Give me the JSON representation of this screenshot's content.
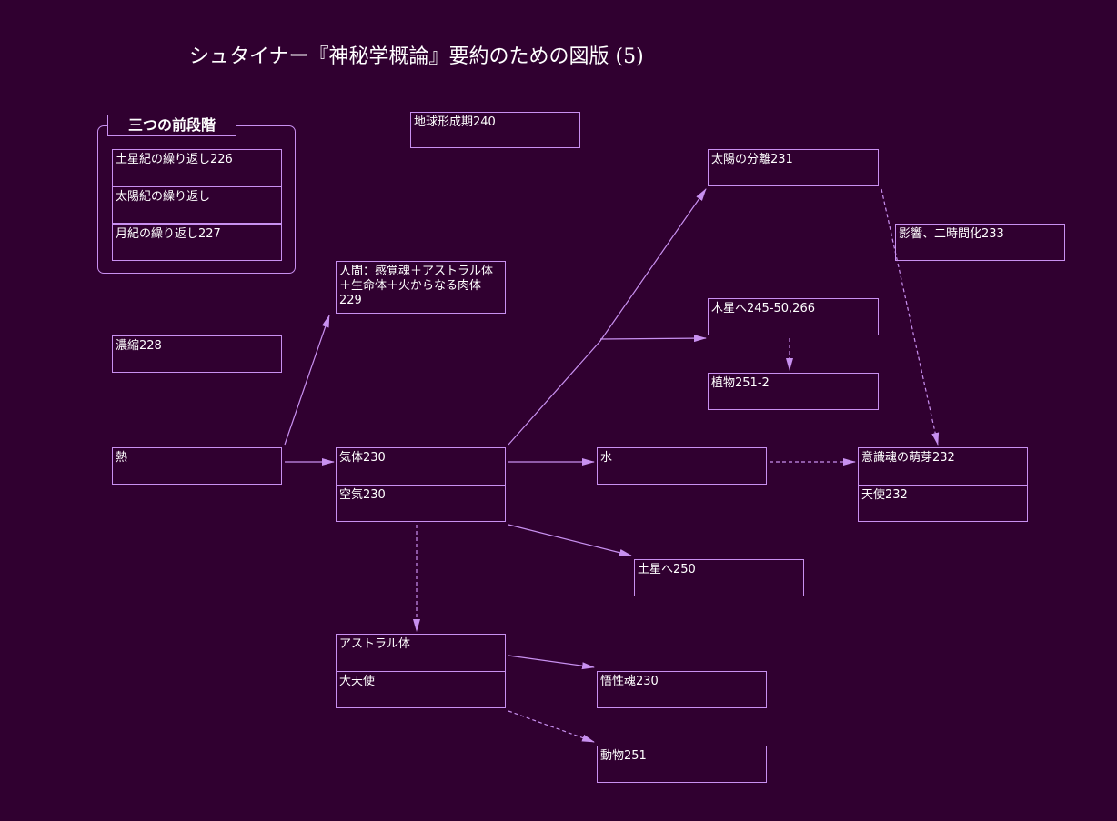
{
  "title": "シュタイナー『神秘学概論』要約のための図版 (5)",
  "colors": {
    "background": "#300030",
    "line": "#c890f0",
    "text": "#ffffff"
  },
  "group": {
    "title": "三つの前段階",
    "items": [
      "土星紀の繰り返し226",
      "太陽紀の繰り返し",
      "月紀の繰り返し227"
    ]
  },
  "nodes": {
    "earth_formation": "地球形成期240",
    "sun_separation": "太陽の分離231",
    "influence": "影響、二時間化233",
    "human": "人間：感覚魂＋アストラル体＋生命体＋火からなる肉体229",
    "to_jupiter": "木星へ245-50,266",
    "plants": "植物251-2",
    "condensation": "濃縮228",
    "heat": "熱",
    "gas": "気体230",
    "air": "空気230",
    "water": "水",
    "consciousness_soul": "意識魂の萌芽232",
    "angels": "天使232",
    "to_saturn": "土星へ250",
    "astral_body": "アストラル体",
    "archangels": "大天使",
    "intellectual_soul": "悟性魂230",
    "animals": "動物251"
  }
}
